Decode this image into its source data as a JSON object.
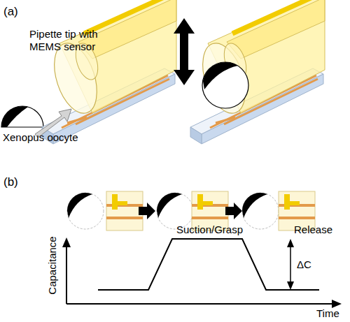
{
  "diagram": {
    "labels": [
      "(a)",
      "Pipette tip with MEMS sensor",
      "Xenopus oocyte",
      "(b)",
      "Capacitance",
      "Time",
      "Suction/Grasp",
      "Release",
      "ΔC"
    ]
  }
}
